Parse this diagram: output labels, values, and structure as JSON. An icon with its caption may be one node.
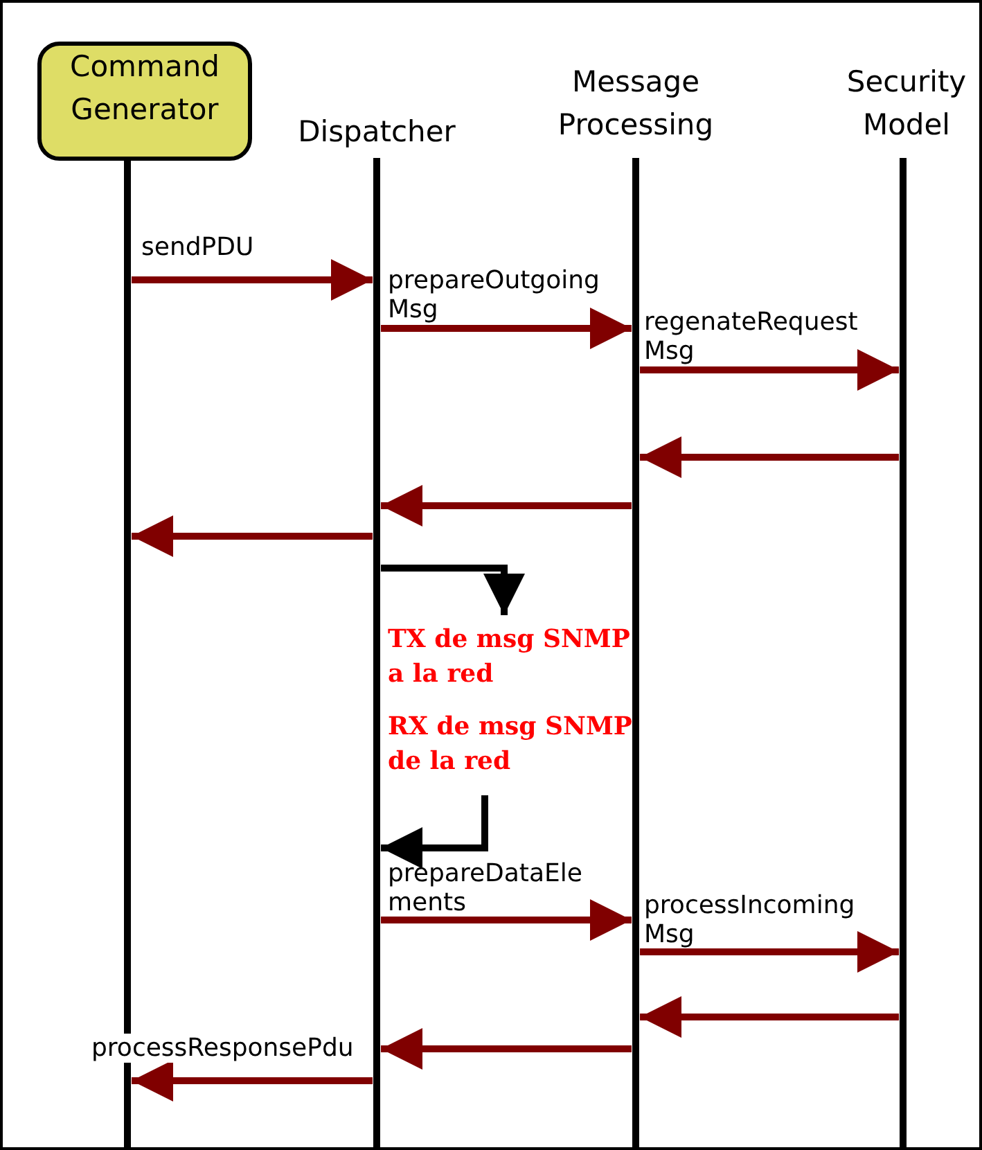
{
  "diagram": {
    "nodes": [
      {
        "text": [
          "Command Generator"
        ]
      },
      {
        "text": [
          "Dispatcher"
        ]
      },
      {
        "text": [
          "Message Processing"
        ]
      },
      {
        "text": [
          "Security Model"
        ]
      }
    ],
    "edges": [
      {
        "from": 0,
        "to": 1,
        "arrow": "to",
        "label": "sendPDU"
      },
      {
        "from": 1,
        "to": 2,
        "arrow": "to",
        "label": "prepareOutgoingMsg"
      },
      {
        "from": 2,
        "to": 3,
        "arrow": "to",
        "label": "regenateRequestMsg"
      },
      {
        "from": 3,
        "to": 2,
        "arrow": "to"
      },
      {
        "from": 2,
        "to": 1,
        "arrow": "to"
      },
      {
        "from": 1,
        "to": 0,
        "arrow": "to"
      },
      {
        "from": 1,
        "to": null,
        "arrow": "to",
        "label": "TX de msg SNMP a la red",
        "color": "#000000"
      },
      {
        "from": null,
        "to": 1,
        "arrow": "to",
        "label": "RX de msg SNMP de la red",
        "color": "#000000"
      },
      {
        "from": 1,
        "to": 2,
        "arrow": "to",
        "label": "prepareDataElements"
      },
      {
        "from": 2,
        "to": 3,
        "arrow": "to",
        "label": "processIncomingMsg"
      },
      {
        "from": 3,
        "to": 2,
        "arrow": "to"
      },
      {
        "from": 2,
        "to": 1,
        "arrow": "to"
      },
      {
        "from": 1,
        "to": 0,
        "arrow": "to",
        "label": "processResponsePdu"
      }
    ]
  }
}
